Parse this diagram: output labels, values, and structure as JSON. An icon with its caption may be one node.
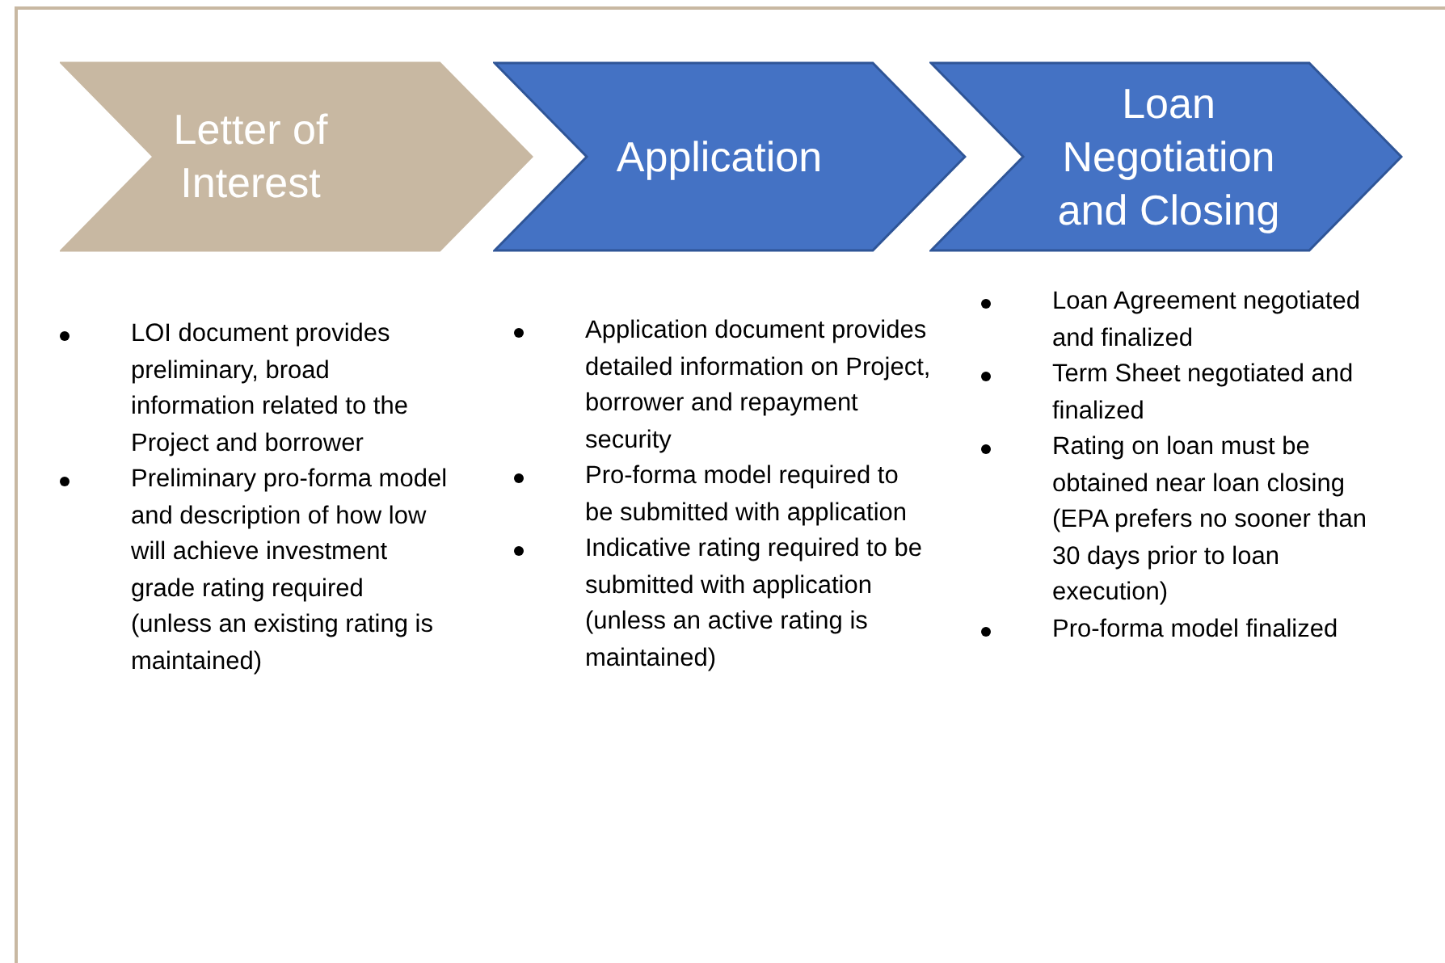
{
  "diagram": {
    "nodes": [
      {
        "text": [
          "Letter of Interest"
        ],
        "beside": [
          "LOI document provides preliminary, broad information related to the Project and borrower",
          "Preliminary pro-forma model and description of how low will achieve investment grade rating required (unless an existing rating is maintained)"
        ]
      },
      {
        "text": [
          "Application"
        ],
        "beside": [
          "Application document provides detailed information on Project, borrower and repayment security",
          "Pro-forma model required to be submitted with application",
          "Indicative rating required to be submitted with application (unless an active rating is maintained)"
        ]
      },
      {
        "text": [
          "Loan Negotiation and Closing"
        ],
        "beside": [
          "Loan Agreement negotiated and finalized",
          "Term Sheet negotiated and finalized",
          "Rating on loan must be obtained near loan closing (EPA prefers no sooner than 30 days prior to loan execution)",
          "Pro-forma model finalized"
        ]
      }
    ],
    "edges": []
  }
}
